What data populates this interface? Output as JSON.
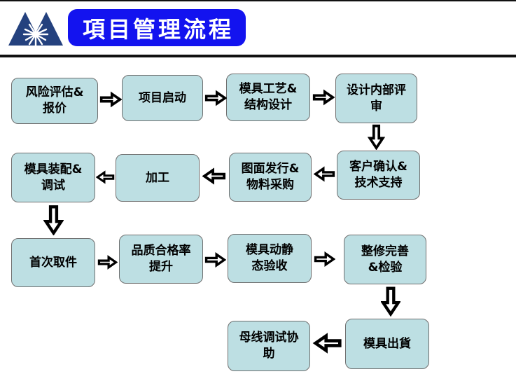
{
  "header": {
    "title": "項目管理流程"
  },
  "colors": {
    "banner_blue": "#1313EF",
    "logo_navy": "#24417E",
    "box_fill": "#BDDFE3",
    "box_border": "#6F6F6F",
    "divider_black": "#111111"
  },
  "flow": {
    "boxes": [
      {
        "label": "风险评估&\n报价"
      },
      {
        "label": "项目启动"
      },
      {
        "label": "模具工艺&\n结构设计"
      },
      {
        "label": "设计内部评\n审"
      },
      {
        "label": "客户确认&\n技术支持"
      },
      {
        "label": "图面发行&\n物料采购"
      },
      {
        "label": "加工"
      },
      {
        "label": "模具装配&\n调试"
      },
      {
        "label": "首次取件"
      },
      {
        "label": "品质合格率\n提升"
      },
      {
        "label": "模具动静\n态验收"
      },
      {
        "label": "整修完善\n&检验"
      },
      {
        "label": "模具出貨"
      },
      {
        "label": "母线调试协\n助"
      }
    ],
    "sequence": [
      "风险评估&报价",
      "项目启动",
      "模具工艺&结构设计",
      "设计内部评审",
      "客户确认&技术支持",
      "图面发行&物料采购",
      "加工",
      "模具装配&调试",
      "首次取件",
      "品质合格率提升",
      "模具动静态验收",
      "整修完善&检验",
      "模具出貨",
      "母线调试协助"
    ]
  }
}
